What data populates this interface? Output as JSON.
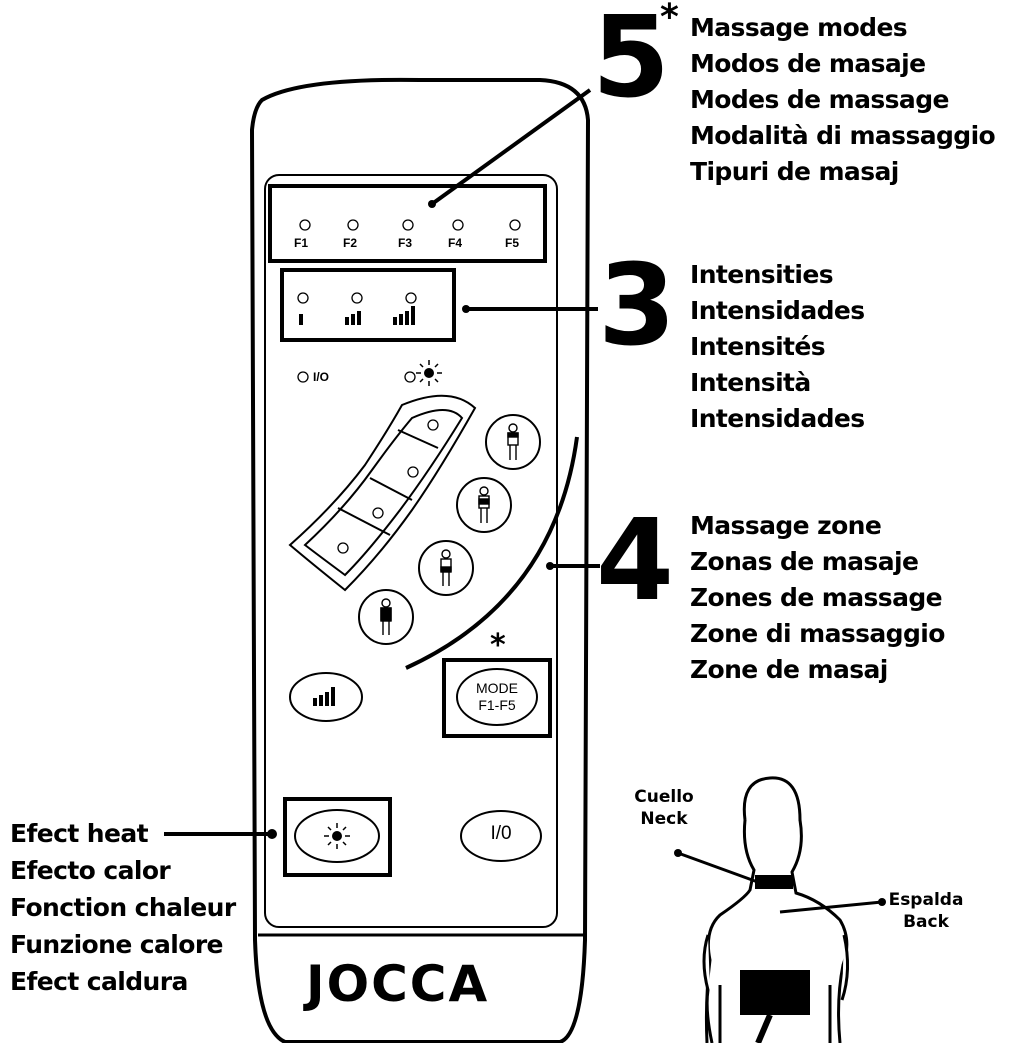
{
  "callouts": {
    "modes": {
      "number": "5",
      "asterisk": "*",
      "lines": [
        "Massage modes",
        "Modos de masaje",
        "Modes de massage",
        "Modalità di massaggio",
        "Tipuri de masaj"
      ]
    },
    "intensities": {
      "number": "3",
      "lines": [
        "Intensities",
        "Intensidades",
        "Intensités",
        "Intensità",
        "Intensidades"
      ]
    },
    "zones": {
      "number": "4",
      "lines": [
        "Massage zone",
        "Zonas de masaje",
        "Zones de massage",
        "Zone di massaggio",
        "Zone de masaj"
      ]
    },
    "heat": {
      "lines": [
        "Efect heat",
        "Efecto calor",
        "Fonction chaleur",
        "Funzione calore",
        "Efect caldura"
      ]
    }
  },
  "remote": {
    "mode_leds": [
      "F1",
      "F2",
      "F3",
      "F4",
      "F5"
    ],
    "power_led_label": "I/O",
    "mode_button": {
      "line1": "MODE",
      "line2": "F1-F5",
      "asterisk": "*"
    },
    "power_button": "I/0",
    "brand": "JOCCA"
  },
  "figure": {
    "neck_es": "Cuello",
    "neck_en": "Neck",
    "back_es": "Espalda",
    "back_en": "Back"
  },
  "icons": {
    "heat": "sun-icon",
    "intensity": "signal-bars-icon",
    "zone": "body-figure-icon"
  }
}
